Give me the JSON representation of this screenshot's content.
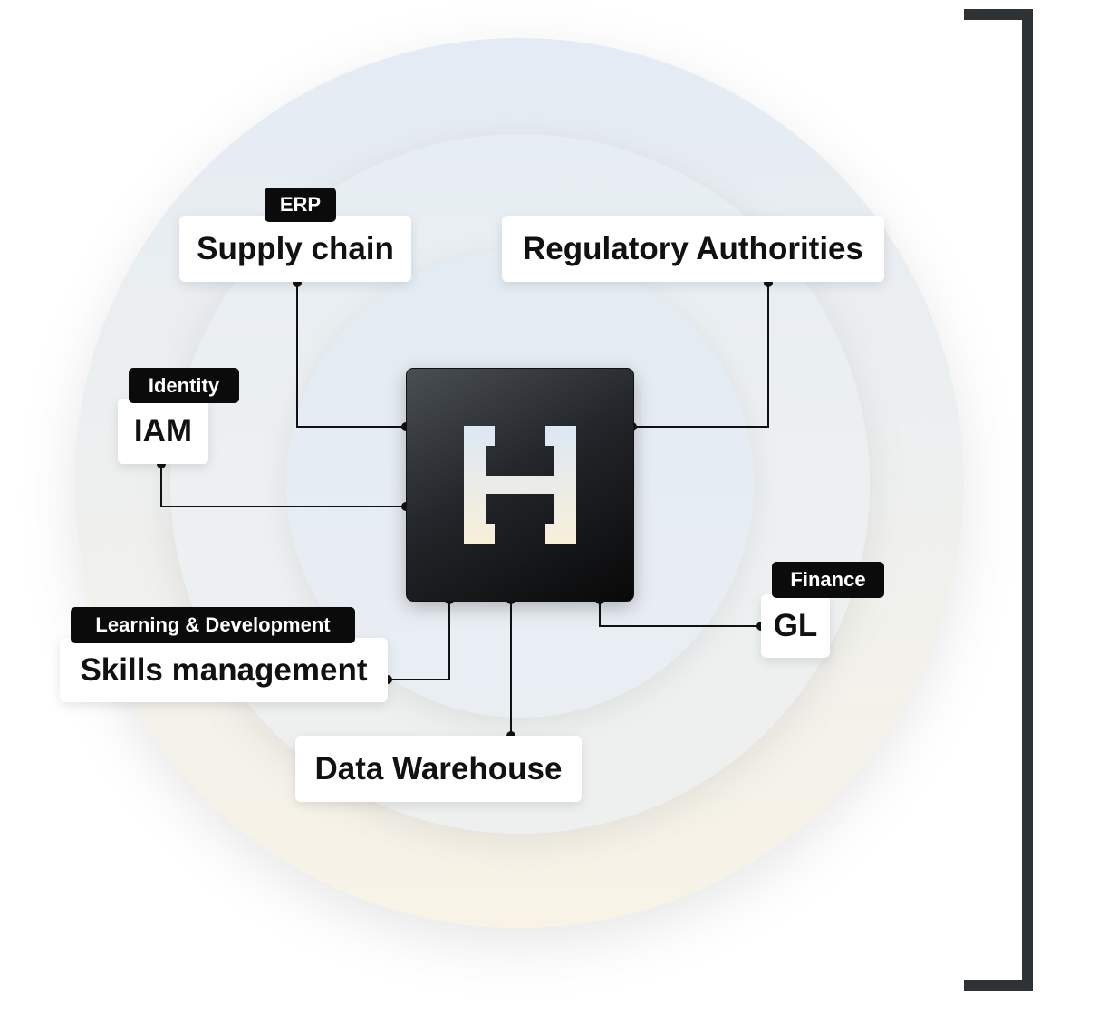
{
  "hub": {
    "logo_icon": "h-logo-icon"
  },
  "nodes": {
    "supply_chain": {
      "label": "Supply chain",
      "tag": "ERP"
    },
    "regulatory": {
      "label": "Regulatory Authorities"
    },
    "iam": {
      "label": "IAM",
      "tag": "Identity"
    },
    "skills": {
      "label": "Skills management",
      "tag": "Learning & Development"
    },
    "gl": {
      "label": "GL",
      "tag": "Finance"
    },
    "data_warehouse": {
      "label": "Data Warehouse"
    }
  },
  "colors": {
    "hub_dark": "#0b0b0b",
    "tag_background": "#0b0b0b",
    "connector": "#111111",
    "bracket": "#2f3235"
  }
}
